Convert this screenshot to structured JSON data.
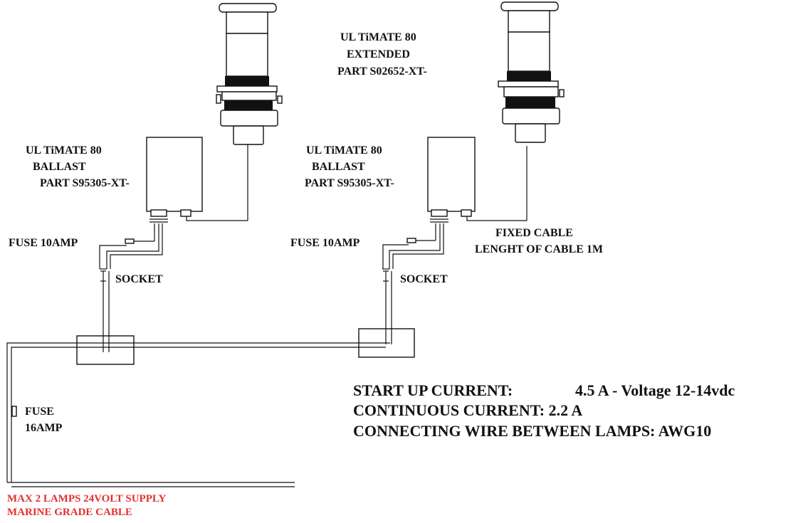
{
  "lamp_left": {
    "ballast_lines": [
      "UL TiMATE 80",
      "BALLAST",
      "PART S95305-XT-"
    ],
    "fuse": "FUSE  10AMP",
    "socket": "SOCKET"
  },
  "lamp_right": {
    "lamp_lines": [
      "UL TiMATE 80",
      "EXTENDED",
      "PART S02652-XT-"
    ],
    "ballast_lines": [
      "UL TiMATE 80",
      "BALLAST",
      "PART S95305-XT-"
    ],
    "fuse": "FUSE  10AMP",
    "socket": "SOCKET",
    "cable_lines": [
      "FIXED CABLE",
      "LENGHT OF CABLE 1M"
    ]
  },
  "main_fuse_lines": [
    "FUSE",
    "16AMP"
  ],
  "supply_lines": [
    "MAX 2 LAMPS 24VOLT SUPPLY",
    "MARINE GRADE CABLE"
  ],
  "specs": {
    "startup_label": "START UP CURRENT:",
    "startup_value": "4.5 A - Voltage 12-14vdc",
    "continuous": "CONTINUOUS CURRENT: 2.2 A",
    "wire": "CONNECTING WIRE BETWEEN LAMPS:  AWG10"
  },
  "colors": {
    "ink": "#111111",
    "accent_red": "#e0312f"
  }
}
